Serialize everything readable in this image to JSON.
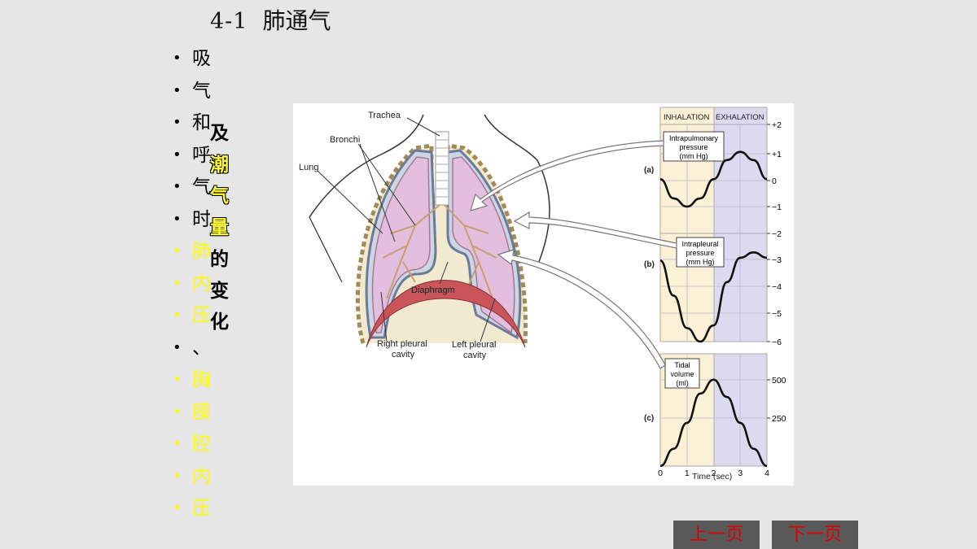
{
  "title": {
    "num": "4-1",
    "text": "肺通气"
  },
  "bullets": [
    {
      "text": "吸",
      "highlight": false
    },
    {
      "text": "气",
      "highlight": false
    },
    {
      "text": "和",
      "highlight": false
    },
    {
      "text": "呼",
      "highlight": false
    },
    {
      "text": "气",
      "highlight": false
    },
    {
      "text": "时",
      "highlight": false
    },
    {
      "text": "肺",
      "highlight": true
    },
    {
      "text": "内",
      "highlight": true
    },
    {
      "text": "压",
      "highlight": true
    },
    {
      "text": "、",
      "highlight": false
    },
    {
      "text": "胸",
      "highlight": true
    },
    {
      "text": "膜",
      "highlight": true
    },
    {
      "text": "腔",
      "highlight": true
    },
    {
      "text": "内",
      "highlight": true
    },
    {
      "text": "压",
      "highlight": true
    }
  ],
  "overlay": [
    {
      "text": "及",
      "highlight": false
    },
    {
      "text": "潮",
      "highlight": true
    },
    {
      "text": "气",
      "highlight": true
    },
    {
      "text": "量",
      "highlight": true
    },
    {
      "text": "的",
      "highlight": false
    },
    {
      "text": "变",
      "highlight": false
    },
    {
      "text": "化",
      "highlight": false
    }
  ],
  "anatomy_labels": {
    "trachea": "Trachea",
    "bronchi": "Bronchi",
    "lung": "Lung",
    "diaphragm": "Diaphragm",
    "right_pleural_1": "Right pleural",
    "right_pleural_2": "cavity",
    "left_pleural_1": "Left pleural",
    "left_pleural_2": "cavity"
  },
  "graph_labels": {
    "inhalation": "INHALATION",
    "exhalation": "EXHALATION",
    "panel_a": "(a)",
    "panel_b": "(b)",
    "panel_c": "(c)",
    "box_a": [
      "Intrapulmonary",
      "pressure",
      "(mm Hg)"
    ],
    "box_b": [
      "Intrapleural",
      "pressure",
      "(mm Hg)"
    ],
    "box_c": [
      "Tidal",
      "volume",
      "(ml)"
    ],
    "xlabel": "Time (sec)"
  },
  "chart_data": [
    {
      "type": "line",
      "name": "a",
      "x": [
        0,
        0.5,
        1,
        1.5,
        2,
        2.5,
        3,
        3.5,
        4
      ],
      "y": [
        0,
        -0.7,
        -1,
        -0.7,
        0,
        0.7,
        1,
        0.7,
        0
      ],
      "ylim": [
        -1,
        2
      ],
      "yticks": [
        "+2",
        "+1",
        "0",
        "−1"
      ],
      "xlim": [
        0,
        4
      ]
    },
    {
      "type": "line",
      "name": "b",
      "x": [
        0,
        0.5,
        1,
        1.5,
        2,
        2.5,
        3,
        3.5,
        4
      ],
      "y": [
        -3,
        -4.3,
        -5.5,
        -6,
        -5.4,
        -3.8,
        -2.9,
        -2.7,
        -2.9
      ],
      "ylim": [
        -6,
        -2
      ],
      "yticks": [
        "−2",
        "−3",
        "−4",
        "−5",
        "−6"
      ],
      "xlim": [
        0,
        4
      ]
    },
    {
      "type": "line",
      "name": "c",
      "x": [
        0,
        0.5,
        1,
        1.5,
        2,
        2.5,
        3,
        3.5,
        4
      ],
      "y": [
        0,
        100,
        250,
        420,
        500,
        400,
        250,
        100,
        0
      ],
      "ylim": [
        0,
        650
      ],
      "yticks": [
        "500",
        "250"
      ],
      "xticks": [
        "0",
        "1",
        "2",
        "3",
        "4"
      ],
      "xlim": [
        0,
        4
      ]
    }
  ],
  "nav": {
    "prev": "上一页",
    "next": "下一页"
  },
  "colors": {
    "inhalation_bg": "#fcf0d6",
    "exhalation_bg": "#dcdaf0",
    "button_bg": "#595959",
    "button_text": "#dd0000",
    "highlight": "#ffff00"
  }
}
